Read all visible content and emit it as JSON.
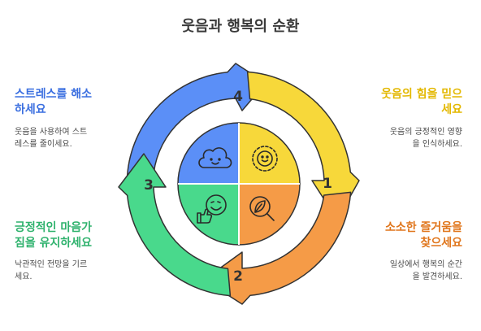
{
  "title": "웃음과 행복의 순환",
  "colors": {
    "blue": "#5b8ff7",
    "yellow": "#f7d83a",
    "green": "#49d98c",
    "orange": "#f59b47",
    "blue_text": "#3b6fe0",
    "yellow_text": "#e3b800",
    "green_text": "#2fb26d",
    "orange_text": "#e0761c"
  },
  "steps": [
    {
      "number": "1",
      "heading": "웃음의 힘을 믿으세요",
      "description": "웃음의 긍정적인 영향을 인식하세요.",
      "icon": "smiling-sun-icon"
    },
    {
      "number": "2",
      "heading": "소소한 즐거움을 찾으세요",
      "description": "일상에서 행복의 순간을 발견하세요.",
      "icon": "search-leaf-icon"
    },
    {
      "number": "3",
      "heading": "긍정적인 마음가짐을 유지하세요",
      "description": "낙관적인 전망을 기르세요.",
      "icon": "smiling-face-thumbs-up-icon"
    },
    {
      "number": "4",
      "heading": "스트레스를 해소하세요",
      "description": "웃음을 사용하여 스트레스를 줄이세요.",
      "icon": "smiling-cloud-icon"
    }
  ],
  "labels": {
    "h1a": "웃음의 힘을 믿으",
    "h1b": "세요",
    "d1a": "웃음의 긍정적인 영향",
    "d1b": "을 인식하세요.",
    "h2a": "소소한 즐거움을",
    "h2b": "찾으세요",
    "d2a": "일상에서 행복의 순간",
    "d2b": "을 발견하세요.",
    "h3a": "긍정적인 마음가",
    "h3b": "짐을 유지하세요",
    "d3a": "낙관적인 전망을 기르",
    "d3b": "세요.",
    "h4a": "스트레스를 해소",
    "h4b": "하세요",
    "d4a": "웃음을 사용하여 스트",
    "d4b": "레스를 줄이세요."
  }
}
